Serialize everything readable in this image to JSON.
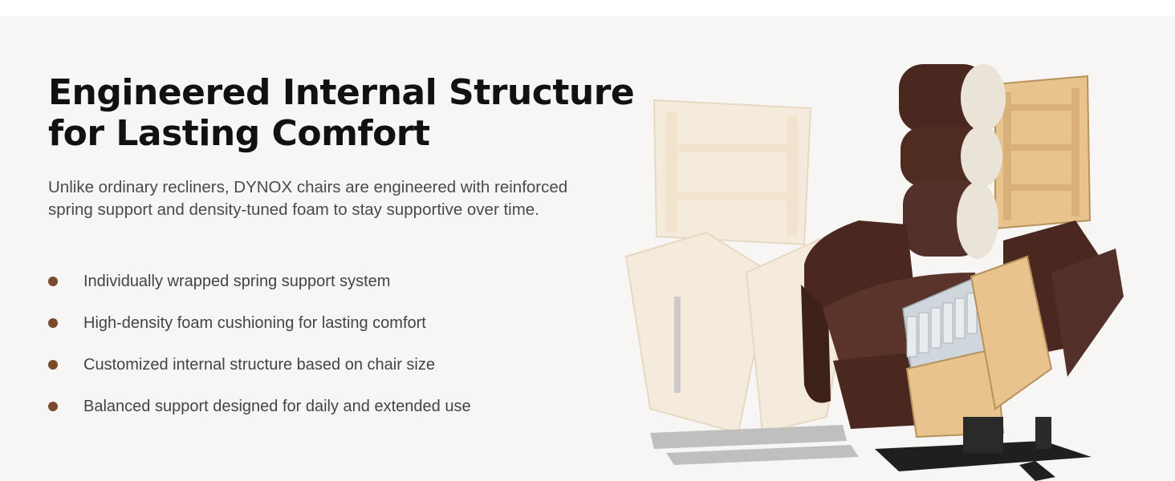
{
  "headline": {
    "line1": "Engineered Internal Structure",
    "line2": "for Lasting Comfort"
  },
  "intro": "Unlike ordinary recliners, DYNOX chairs are engineered with reinforced spring support and density-tuned foam to stay supportive over time.",
  "features": [
    "Individually wrapped spring support system",
    "High-density foam cushioning for lasting comfort",
    "Customized internal structure based on chair size",
    "Balanced support designed for daily and extended use"
  ],
  "colors": {
    "background": "#f8f6f4",
    "bullet": "#7a4a2a",
    "leather": "#4a2820",
    "wood": "#e6c189"
  },
  "illustration": {
    "subject": "lift recliner chair cutaway showing wooden frame and pocket springs"
  }
}
